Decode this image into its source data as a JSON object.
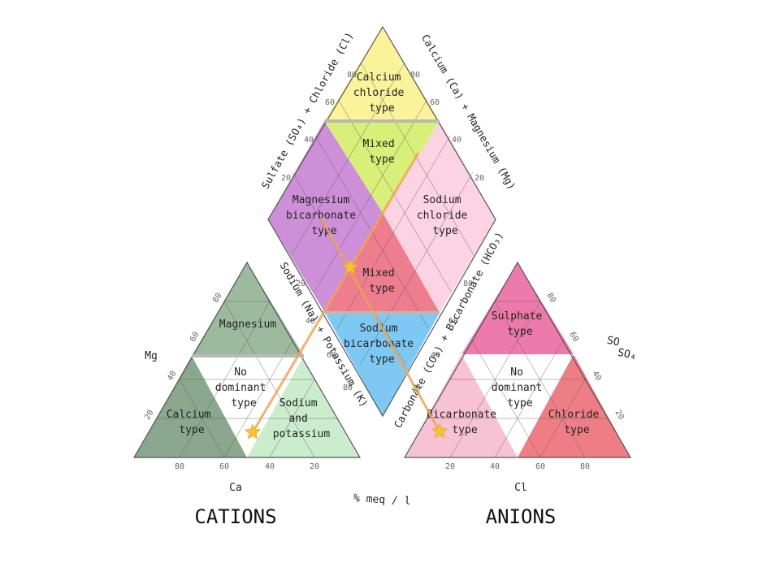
{
  "diamond": {
    "zones": {
      "calcium_chloride": [
        "Calcium",
        "chloride",
        "type"
      ],
      "mixed_top": [
        "Mixed",
        "type"
      ],
      "magnesium_bicarbonate": [
        "Magnesium",
        "bicarbonate",
        "type"
      ],
      "sodium_chloride": [
        "Sodium",
        "chloride",
        "type"
      ],
      "mixed_center": [
        "Mixed",
        "type"
      ],
      "sodium_bicarbonate": [
        "Sodium",
        "bicarbonate",
        "type"
      ]
    },
    "axis_left_top": "Sulfate (SO₄) + Chloride (Cl)",
    "axis_right_top": "Calcium (Ca) + Magnesium (Mg)",
    "axis_left_bottom": "Sodium (Na) + Potassium (K)",
    "axis_right_bottom": "Carbonate (CO₃) + Bicarbonate (HCO₃)",
    "ticks": [
      "20",
      "40",
      "60",
      "80"
    ]
  },
  "cations": {
    "zones": {
      "magnesium": [
        "Magnesium"
      ],
      "no_dominant": [
        "No",
        "dominant",
        "type"
      ],
      "calcium": [
        "Calcium",
        "type"
      ],
      "sodium_potassium": [
        "Sodium",
        "and",
        "potassium"
      ]
    },
    "corner_label": "Mg",
    "bottom_label": "Ca",
    "bottom_ticks": [
      "80",
      "60",
      "40",
      "20"
    ],
    "left_ticks": [
      "20",
      "40",
      "60",
      "80"
    ],
    "title": "CATIONS"
  },
  "anions": {
    "zones": {
      "sulphate": [
        "Sulphate",
        "type"
      ],
      "no_dominant": [
        "No",
        "dominant",
        "type"
      ],
      "bicarbonate": [
        "Bicarbonate",
        "type"
      ],
      "chloride": [
        "Chloride",
        "type"
      ]
    },
    "corner_label": "SO₄",
    "corner_label_overlap": "SO",
    "bottom_label": "Cl",
    "bottom_ticks": [
      "20",
      "40",
      "60",
      "80"
    ],
    "right_ticks": [
      "20",
      "40",
      "60",
      "80"
    ],
    "title": "ANIONS"
  },
  "unit_label": "% meq / l",
  "colors": {
    "calcium_chloride": "#fbf39a",
    "mixed_top": "#d8f07a",
    "magnesium_bicarbonate": "#cd8fd8",
    "sodium_chloride": "#fbd3e3",
    "mixed_center": "#ee7d8e",
    "sodium_bicarbonate": "#7ec9f3",
    "cation_dark": "#8aa88e",
    "cation_mid": "#9cba9e",
    "cation_light": "#cbeccd",
    "anion_sulphate": "#ed7aac",
    "anion_chloride": "#ef7d86",
    "anion_bicarbonate": "#f7c3d4",
    "sample_line": "#f0a35a",
    "sample_star": "#f6c233"
  }
}
